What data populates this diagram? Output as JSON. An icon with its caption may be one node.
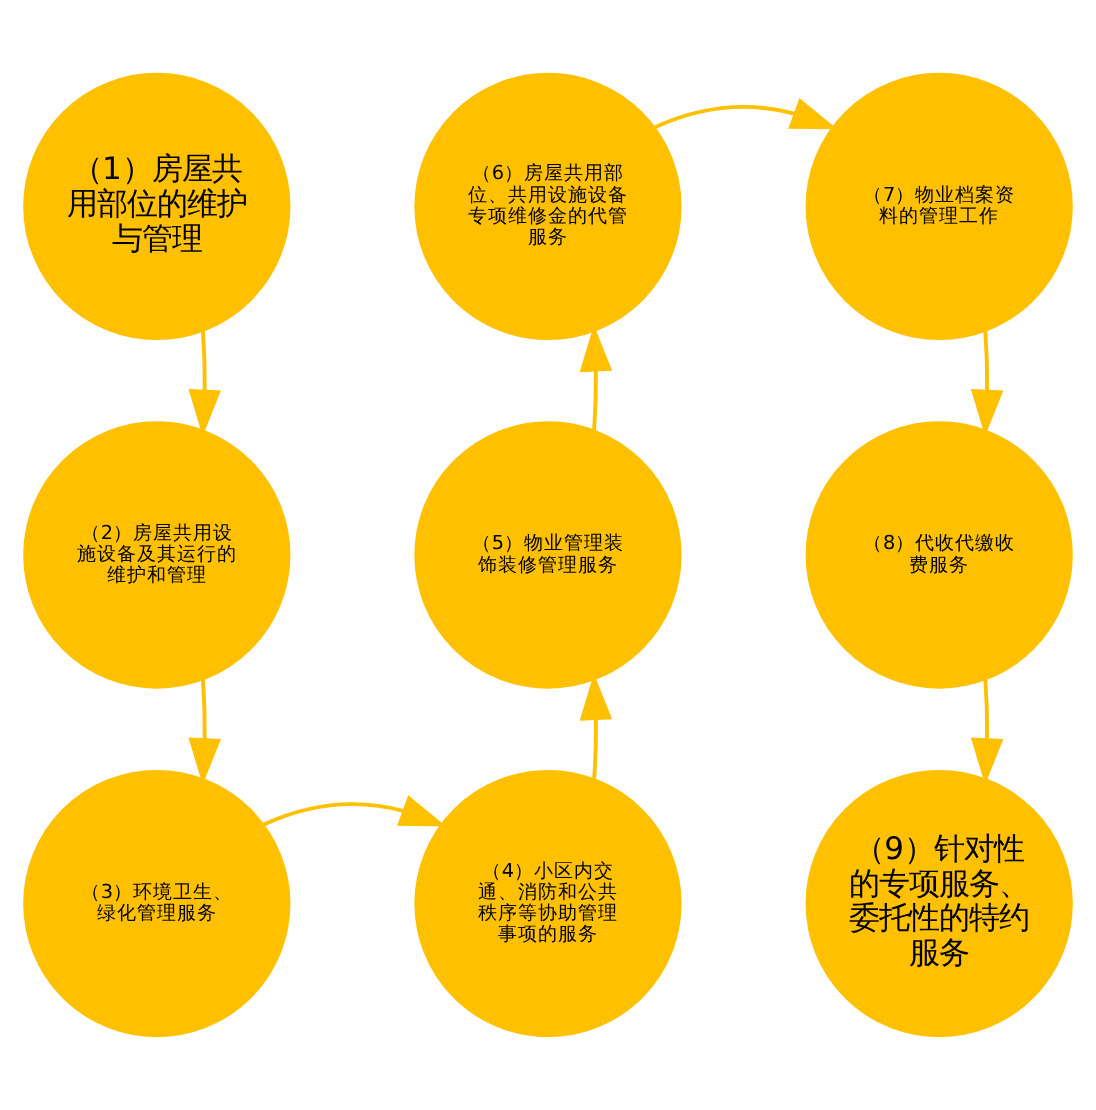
{
  "diagram": {
    "nodes": [
      {
        "text": [
          "（1）房屋共用部位的维护与管理"
        ]
      },
      {
        "text": [
          "（2）房屋共用设施设备及其运行的维护和管理"
        ]
      },
      {
        "text": [
          "（3）环境卫生、绿化管理服务"
        ]
      },
      {
        "text": [
          "（4）小区内交通、消防和公共秩序等协助管理事项的服务"
        ]
      },
      {
        "text": [
          "（5）物业管理装饰装修管理服务"
        ]
      },
      {
        "text": [
          "（6）房屋共用部位、共用设施设备专项维修金的代管服务"
        ]
      },
      {
        "text": [
          "（7）物业档案资料的管理工作"
        ]
      },
      {
        "text": [
          "（8）代收代缴收费服务"
        ]
      },
      {
        "text": [
          "（9）针对性的专项服务、委托性的特约服务"
        ]
      }
    ],
    "edges": [
      {
        "from": 0,
        "to": 1,
        "arrow": "to"
      },
      {
        "from": 1,
        "to": 2,
        "arrow": "to"
      },
      {
        "from": 2,
        "to": 3,
        "arrow": "to"
      },
      {
        "from": 3,
        "to": 4,
        "arrow": "to"
      },
      {
        "from": 4,
        "to": 5,
        "arrow": "to"
      },
      {
        "from": 5,
        "to": 6,
        "arrow": "to"
      },
      {
        "from": 6,
        "to": 7,
        "arrow": "to"
      },
      {
        "from": 7,
        "to": 8,
        "arrow": "to"
      }
    ]
  }
}
